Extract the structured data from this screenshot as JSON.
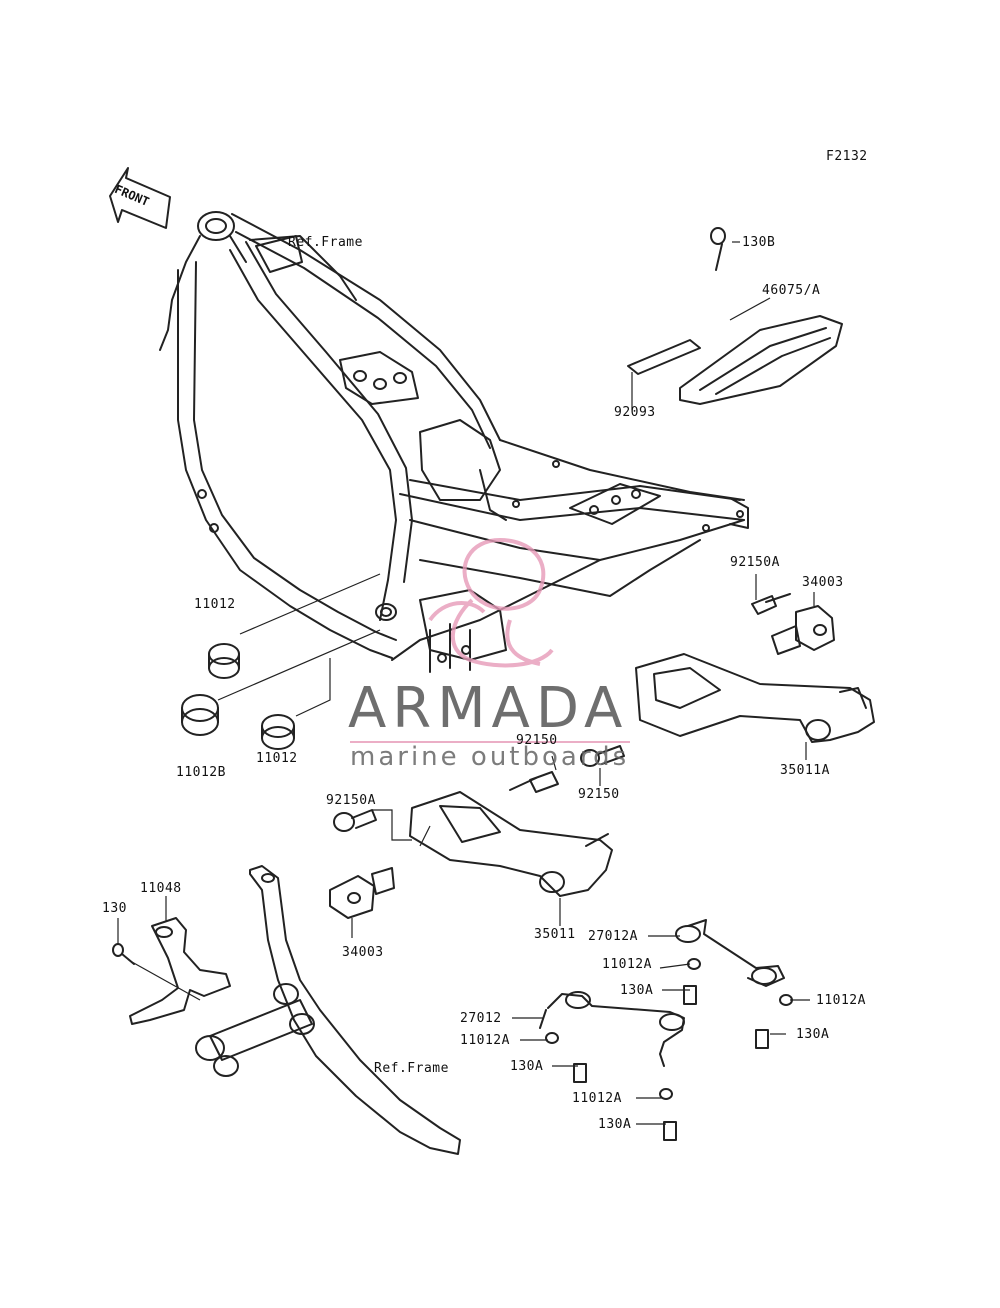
{
  "diagram_code": "F2132",
  "front_label": "FRONT",
  "refs": {
    "frame_top": "Ref.Frame",
    "frame_bottom": "Ref.Frame"
  },
  "watermark": {
    "name": "ARMADA",
    "tagline": "marine outboards",
    "accent": "#e79ab8"
  },
  "parts": {
    "p130B": "130B",
    "p46075A": "46075/A",
    "p92093": "92093",
    "p92150A_r": "92150A",
    "p34003_r": "34003",
    "p11012_a": "11012",
    "p11012B": "11012B",
    "p11012_b": "11012",
    "p92150_top": "92150",
    "p92150_bot": "92150",
    "p35011A": "35011A",
    "p92150A_l": "92150A",
    "p34003_l": "34003",
    "p35011": "35011",
    "p11048": "11048",
    "p130": "130",
    "p27012A": "27012A",
    "p11012A_1": "11012A",
    "p130A_1": "130A",
    "p11012A_2": "11012A",
    "p27012": "27012",
    "p11012A_3": "11012A",
    "p130A_2": "130A",
    "p130A_3": "130A",
    "p11012A_4": "11012A",
    "p130A_4": "130A"
  }
}
